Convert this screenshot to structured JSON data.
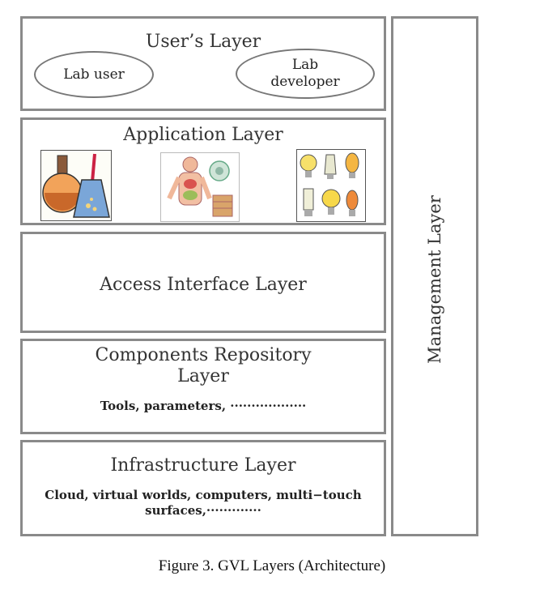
{
  "layers": {
    "users": {
      "title": "User’s Layer",
      "lab_user": "Lab user",
      "lab_developer_line1": "Lab",
      "lab_developer_line2": "developer"
    },
    "application": {
      "title": "Application Layer",
      "images": [
        "chemistry-flasks-image",
        "human-anatomy-image",
        "light-bulbs-image"
      ]
    },
    "access": {
      "title": "Access Interface Layer"
    },
    "components": {
      "title_line1": "Components Repository",
      "title_line2": "Layer",
      "note": "Tools, parameters, ··················"
    },
    "infrastructure": {
      "title": "Infrastructure Layer",
      "note_line1": "Cloud, virtual worlds, computers, multi−touch",
      "note_line2": "surfaces,·············"
    },
    "management": {
      "title": "Management Layer"
    }
  },
  "caption": "Figure 3. GVL Layers (Architecture)"
}
